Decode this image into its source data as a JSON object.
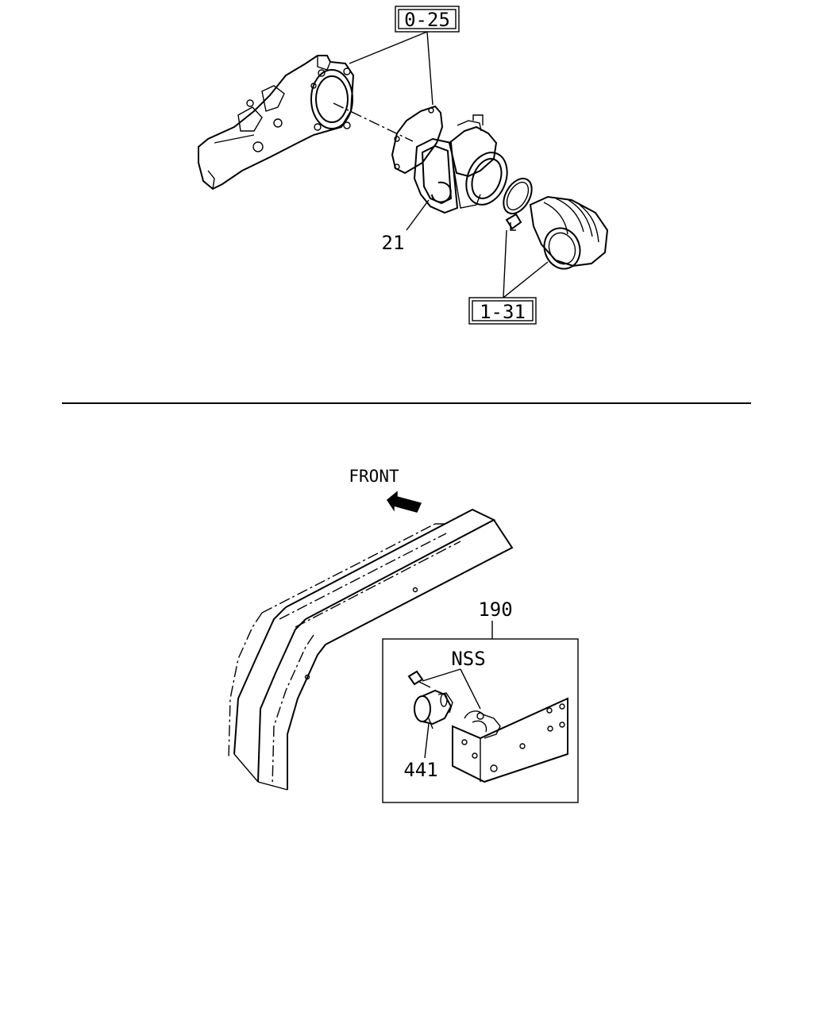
{
  "top_diagram": {
    "ref_top": "0-25",
    "part_throttle_body": "21",
    "ref_bottom": "1-31"
  },
  "bottom_diagram": {
    "direction_label": "FRONT",
    "part_bracket_assembly": "190",
    "fastener_label": "NSS",
    "part_sensor": "441"
  }
}
